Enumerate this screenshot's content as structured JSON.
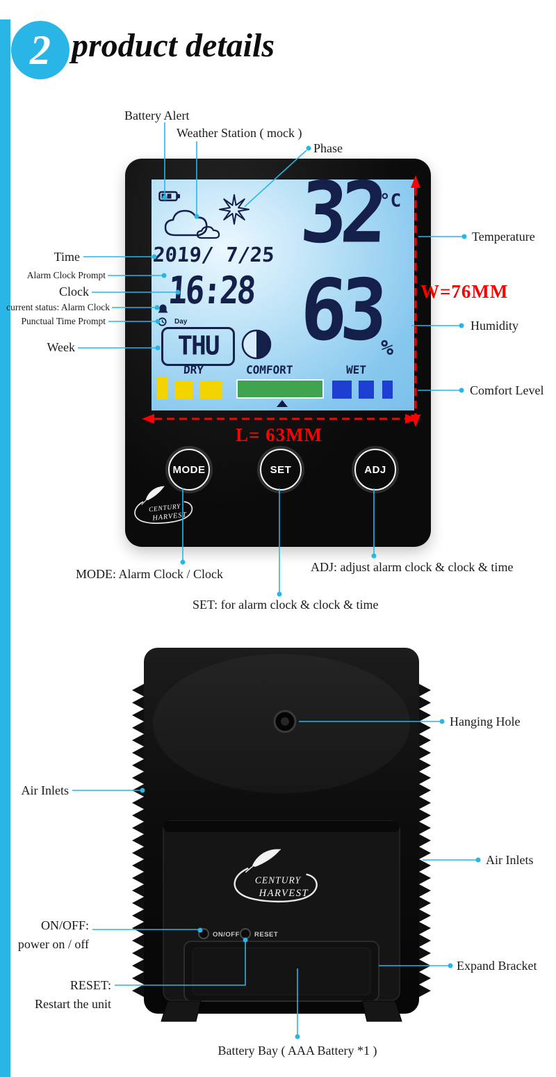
{
  "header": {
    "badge_number": "2",
    "title": "product details"
  },
  "colors": {
    "accent": "#29b6e6",
    "dimension_red": "#ff0000",
    "lcd_blue": "#9fd4f3",
    "lcd_ink": "#14204a",
    "bar_yellow": "#f3d400",
    "bar_green": "#3fa24e",
    "bar_blue": "#1c3ed1"
  },
  "front": {
    "lcd": {
      "date": "2019/ 7/25",
      "time": "16:28",
      "day_label": "Day",
      "day": "THU",
      "temperature": "32",
      "temperature_unit": "°C",
      "humidity": "63",
      "humidity_unit": "%",
      "dry_label": "DRY",
      "comfort_label": "COMFORT",
      "wet_label": "WET"
    },
    "buttons": {
      "mode": "MODE",
      "set": "SET",
      "adj": "ADJ"
    },
    "logo": {
      "line1": "CENTURY",
      "line2": "HARVEST"
    },
    "dimensions": {
      "width": "W=76MM",
      "length": "L= 63MM"
    },
    "annotations": {
      "battery_alert": "Battery Alert",
      "weather_station": "Weather Station ( mock )",
      "phase": "Phase",
      "time": "Time",
      "alarm_clock_prompt": "Alarm Clock Prompt",
      "clock": "Clock",
      "current_status": "current status: Alarm Clock",
      "punctual_time_prompt": "Punctual Time Prompt",
      "week": "Week",
      "temperature": "Temperature",
      "humidity": "Humidity",
      "comfort_level": "Comfort Level",
      "mode_desc": "MODE: Alarm Clock /  Clock",
      "set_desc": "SET: for alarm clock & clock & time",
      "adj_desc": "ADJ: adjust alarm clock & clock & time"
    }
  },
  "back": {
    "logo": {
      "line1": "CENTURY",
      "line2": "HARVEST"
    },
    "onoff_label": "ON/OFF",
    "reset_label": "RESET",
    "annotations": {
      "hanging_hole": "Hanging Hole",
      "air_inlets_left": "Air Inlets",
      "air_inlets_right": "Air Inlets",
      "onoff_title": "ON/OFF:",
      "onoff_desc": "power on / off",
      "reset_title": "RESET:",
      "reset_desc": "Restart the unit",
      "expand_bracket": "Expand Bracket",
      "battery_bay": "Battery Bay ( AAA Battery *1 )"
    }
  }
}
